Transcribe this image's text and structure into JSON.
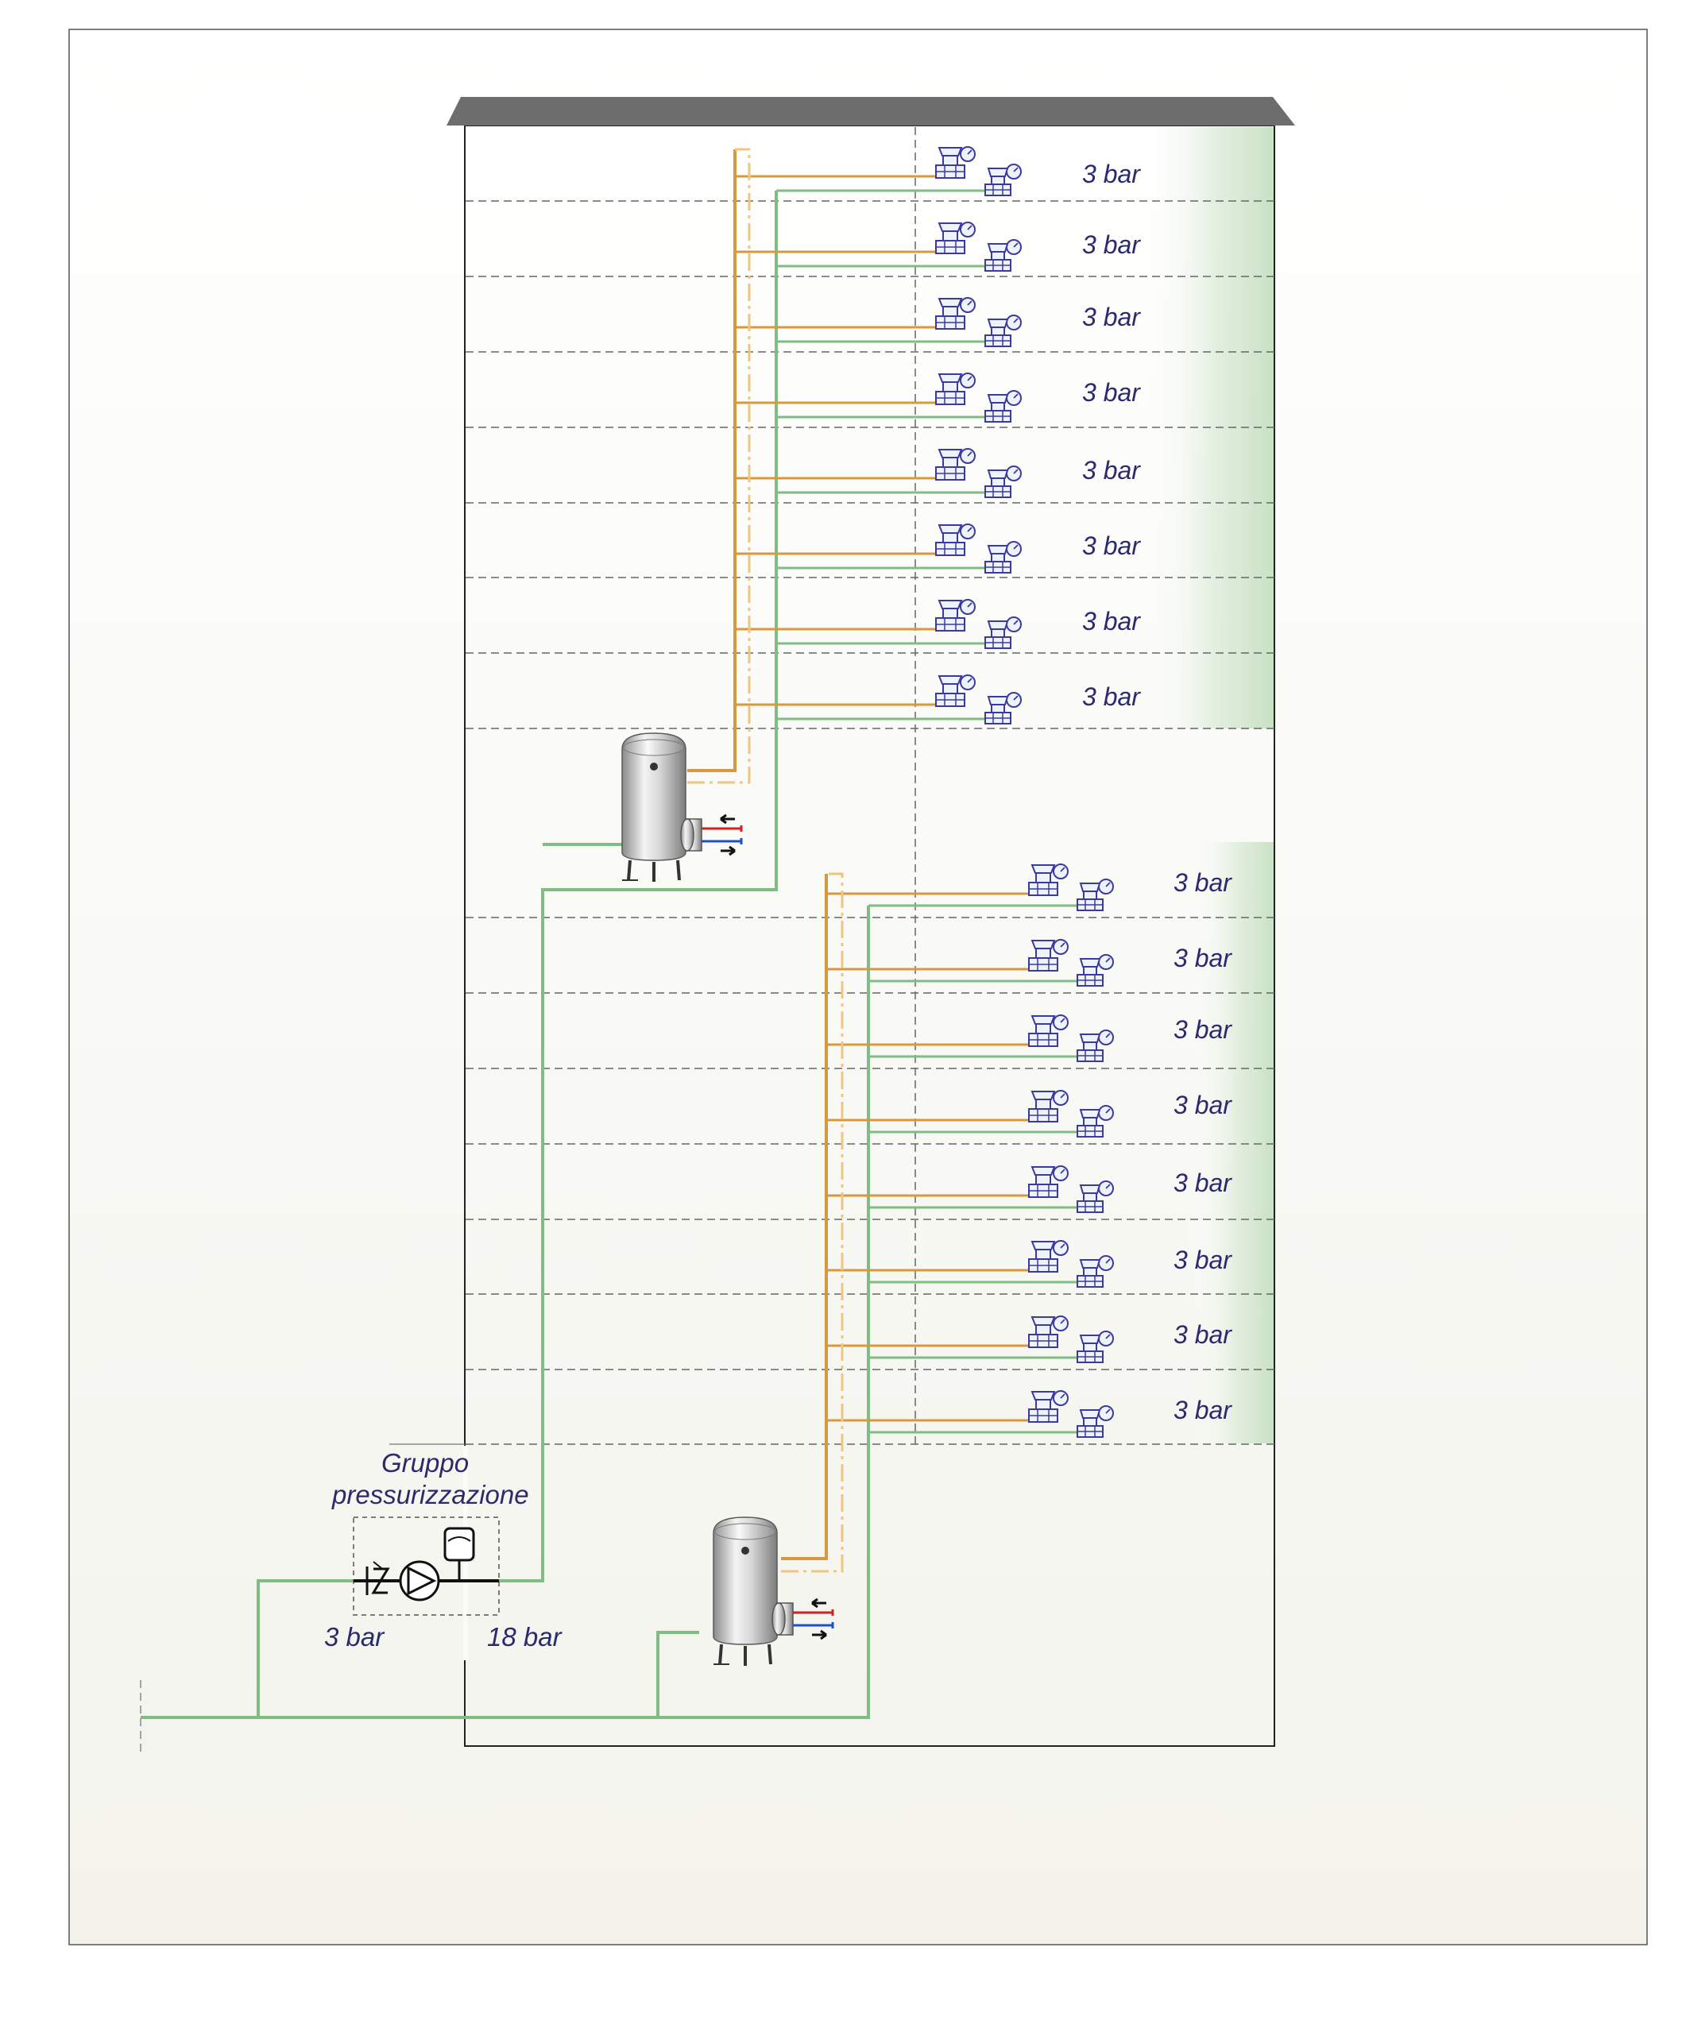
{
  "upper_zone": {
    "floor_pressure_labels": [
      "3 bar",
      "3 bar",
      "3 bar",
      "3 bar",
      "3 bar",
      "3 bar",
      "3 bar",
      "3 bar"
    ]
  },
  "lower_zone": {
    "floor_pressure_labels": [
      "3 bar",
      "3 bar",
      "3 bar",
      "3 bar",
      "3 bar",
      "3 bar",
      "3 bar",
      "3 bar"
    ]
  },
  "pressurization_group": {
    "title_line1": "Gruppo",
    "title_line2": "pressurizzazione",
    "inlet_pressure": "3 bar",
    "outlet_pressure": "18 bar"
  },
  "colors": {
    "hot_water": "#d9983e",
    "recirculation": "#ecc77e",
    "cold_water": "#7fbd85",
    "label_text": "#2b2a6e",
    "valve_blue": "#3a3aa0",
    "roof": "#6d6d6d",
    "building_outline": "#222222",
    "tank_steel": "#b8b8b8",
    "arrow_hot": "#d42020",
    "arrow_cold": "#2050c8"
  },
  "icons": [
    "tank-icon",
    "pressure-reducing-valve-icon",
    "gauge-icon",
    "pump-icon",
    "check-valve-icon",
    "expansion-vessel-icon"
  ]
}
